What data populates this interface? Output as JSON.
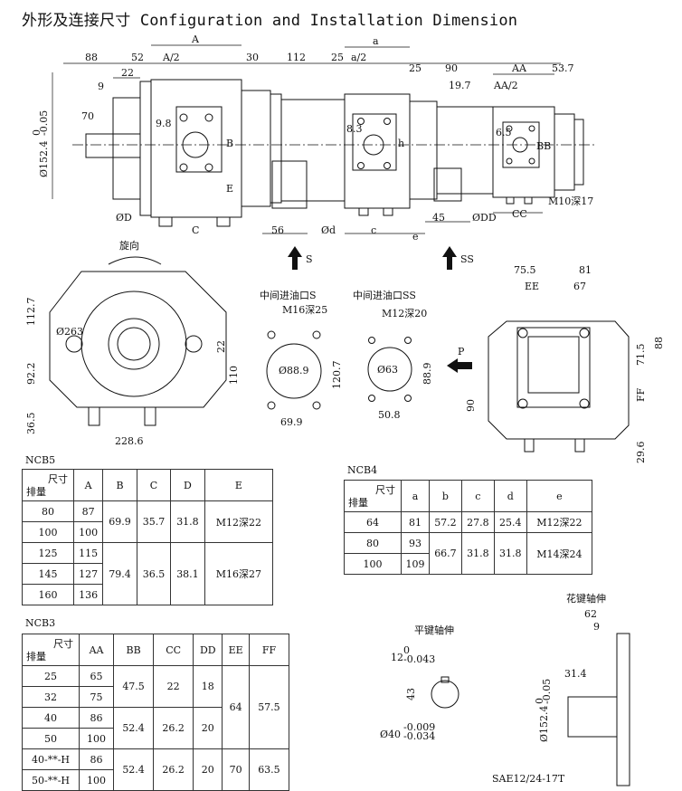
{
  "title": "外形及连接尺寸 Configuration and Installation Dimension",
  "side_view": {
    "dims": [
      "A",
      "88",
      "52",
      "A/2",
      "22",
      "9",
      "70",
      "30",
      "112",
      "25",
      "a",
      "a/2",
      "25",
      "90",
      "AA",
      "53.7",
      "19.7",
      "AA/2",
      "9.8",
      "B",
      "E",
      "ØD",
      "C",
      "56",
      "Ød",
      "c",
      "e",
      "45",
      "ØDD",
      "CC",
      "M10深17",
      "8.3",
      "h",
      "6.5",
      "BB",
      "Ø152.4"
    ],
    "shaft_tol_top": "0",
    "shaft_tol_bottom": "-0.05",
    "arrow_S": "S",
    "arrow_SS": "SS"
  },
  "front_view": {
    "rotation_label": "旋向",
    "dims": [
      "112.7",
      "Ø263",
      "22",
      "92.2",
      "110",
      "36.5",
      "228.6"
    ]
  },
  "port_S": {
    "title": "中间进油口S",
    "thread": "M16深25",
    "bore": "Ø88.9",
    "height": "120.7",
    "width": "69.9"
  },
  "port_SS": {
    "title": "中间进油口SS",
    "thread": "M12深20",
    "bore": "Ø63",
    "height": "88.9",
    "width": "50.8"
  },
  "rear_view": {
    "dims": [
      "75.5",
      "81",
      "EE",
      "67",
      "71.5",
      "88",
      "90",
      "FF",
      "29.6"
    ],
    "port_label": "P"
  },
  "corner_label": {
    "top": "尺寸",
    "bottom": "排量"
  },
  "ncb5": {
    "name": "NCB5",
    "headers": [
      "A",
      "B",
      "C",
      "D",
      "E"
    ],
    "rows": [
      {
        "disp": "80",
        "A": "87"
      },
      {
        "disp": "100",
        "A": "100"
      },
      {
        "disp": "125",
        "A": "115"
      },
      {
        "disp": "145",
        "A": "127"
      },
      {
        "disp": "160",
        "A": "136"
      }
    ],
    "groups": [
      {
        "B": "69.9",
        "C": "35.7",
        "D": "31.8",
        "E": "M12深22"
      },
      {
        "B": "79.4",
        "C": "36.5",
        "D": "38.1",
        "E": "M16深27"
      }
    ]
  },
  "ncb4": {
    "name": "NCB4",
    "headers": [
      "a",
      "b",
      "c",
      "d",
      "e"
    ],
    "rows": [
      {
        "disp": "64",
        "a": "81"
      },
      {
        "disp": "80",
        "a": "93"
      },
      {
        "disp": "100",
        "a": "109"
      }
    ],
    "groups": [
      {
        "b": "57.2",
        "c": "27.8",
        "d": "25.4",
        "e": "M12深22"
      },
      {
        "b": "66.7",
        "c": "31.8",
        "d": "31.8",
        "e": "M14深24"
      }
    ]
  },
  "ncb3": {
    "name": "NCB3",
    "headers": [
      "AA",
      "BB",
      "CC",
      "DD",
      "EE",
      "FF"
    ],
    "rows": [
      {
        "disp": "25",
        "AA": "65"
      },
      {
        "disp": "32",
        "AA": "75"
      },
      {
        "disp": "40",
        "AA": "86"
      },
      {
        "disp": "50",
        "AA": "100"
      },
      {
        "disp": "40-**-H",
        "AA": "86"
      },
      {
        "disp": "50-**-H",
        "AA": "100"
      }
    ],
    "groups": [
      {
        "BB": "47.5",
        "CC": "22",
        "DD": "18"
      },
      {
        "BB": "52.4",
        "CC": "26.2",
        "DD": "20"
      },
      {
        "BB": "52.4",
        "CC": "26.2",
        "DD": "20"
      }
    ],
    "EE": [
      "64",
      "70"
    ],
    "FF": [
      "57.5",
      "63.5"
    ]
  },
  "keyed_shaft": {
    "title": "平键轴伸",
    "key": "12",
    "key_tol_top": "0",
    "key_tol_bottom": "-0.043",
    "height": "43",
    "dia": "Ø40",
    "dia_tol_top": "-0.009",
    "dia_tol_bottom": "-0.034"
  },
  "spline_shaft": {
    "title": "花键轴伸",
    "len": "62",
    "step": "9",
    "spline_len": "31.4",
    "pilot": "Ø152.4",
    "pilot_tol_top": "0",
    "pilot_tol_bottom": "-0.05",
    "spec": "SAE12/24-17T"
  }
}
